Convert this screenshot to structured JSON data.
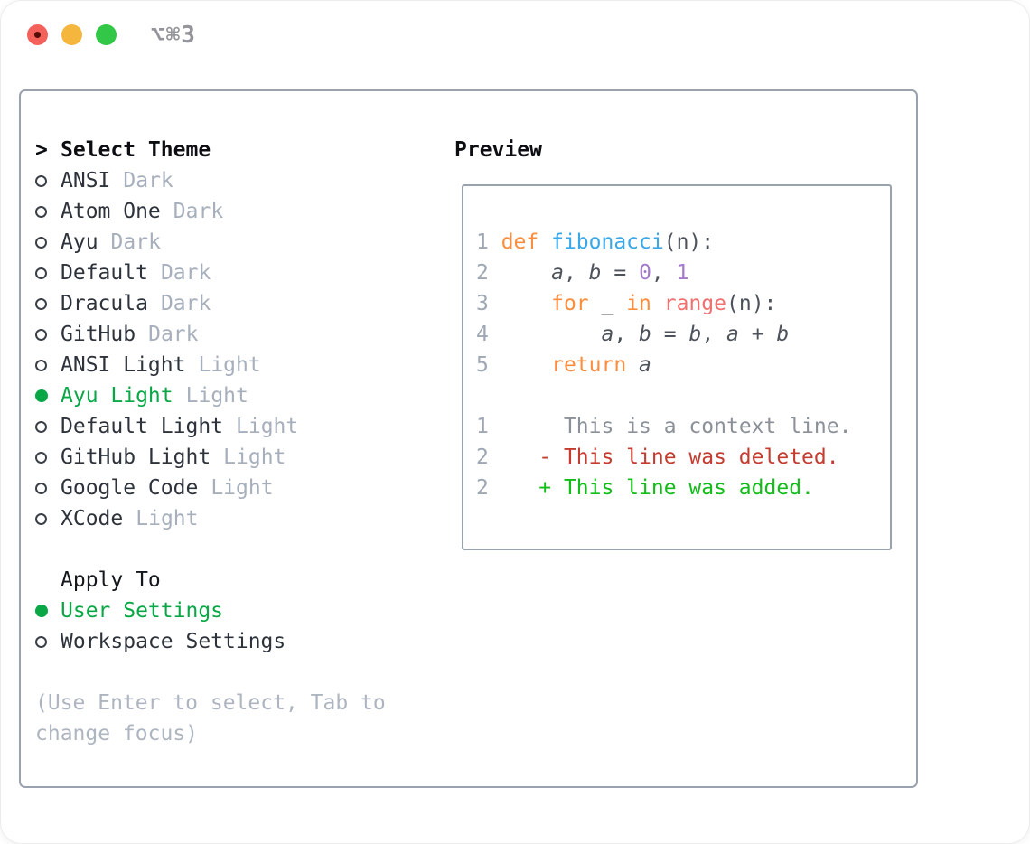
{
  "titlebar": {
    "shortcut": "⌥⌘3",
    "traffic_lights": [
      "close-icon",
      "minimize-icon",
      "zoom-icon"
    ]
  },
  "theme_panel": {
    "header": {
      "marker": ">",
      "label": "Select Theme"
    },
    "items": [
      {
        "name": "ANSI",
        "variant": "Dark",
        "selected": false
      },
      {
        "name": "Atom One",
        "variant": "Dark",
        "selected": false
      },
      {
        "name": "Ayu",
        "variant": "Dark",
        "selected": false
      },
      {
        "name": "Default",
        "variant": "Dark",
        "selected": false
      },
      {
        "name": "Dracula",
        "variant": "Dark",
        "selected": false
      },
      {
        "name": "GitHub",
        "variant": "Dark",
        "selected": false
      },
      {
        "name": "ANSI Light",
        "variant": "Light",
        "selected": false
      },
      {
        "name": "Ayu Light",
        "variant": "Light",
        "selected": true
      },
      {
        "name": "Default Light",
        "variant": "Light",
        "selected": false
      },
      {
        "name": "GitHub Light",
        "variant": "Light",
        "selected": false
      },
      {
        "name": "Google Code",
        "variant": "Light",
        "selected": false
      },
      {
        "name": "XCode",
        "variant": "Light",
        "selected": false
      }
    ],
    "apply_to": {
      "label": "Apply To",
      "options": [
        {
          "name": "User Settings",
          "selected": true
        },
        {
          "name": "Workspace Settings",
          "selected": false
        }
      ]
    },
    "hint_lines": [
      "(Use Enter to select, Tab to",
      "change focus)"
    ]
  },
  "preview": {
    "label": "Preview",
    "lines": [
      {
        "segments": [
          {
            "t": "1 ",
            "c": "num"
          },
          {
            "t": "def ",
            "c": "kw"
          },
          {
            "t": "fibonacci",
            "c": "fn"
          },
          {
            "t": "(n):",
            "c": "plain"
          }
        ]
      },
      {
        "segments": [
          {
            "t": "2 ",
            "c": "num"
          },
          {
            "t": "    ",
            "c": "plain"
          },
          {
            "t": "a",
            "c": "var"
          },
          {
            "t": ", ",
            "c": "plain"
          },
          {
            "t": "b",
            "c": "var"
          },
          {
            "t": " = ",
            "c": "plain"
          },
          {
            "t": "0",
            "c": "purple"
          },
          {
            "t": ", ",
            "c": "plain"
          },
          {
            "t": "1",
            "c": "purple"
          }
        ]
      },
      {
        "segments": [
          {
            "t": "3 ",
            "c": "num"
          },
          {
            "t": "    ",
            "c": "plain"
          },
          {
            "t": "for",
            "c": "kw"
          },
          {
            "t": " _ ",
            "c": "plain"
          },
          {
            "t": "in",
            "c": "kw"
          },
          {
            "t": " ",
            "c": "plain"
          },
          {
            "t": "range",
            "c": "coral"
          },
          {
            "t": "(n):",
            "c": "plain"
          }
        ]
      },
      {
        "segments": [
          {
            "t": "4 ",
            "c": "num"
          },
          {
            "t": "        ",
            "c": "plain"
          },
          {
            "t": "a",
            "c": "var"
          },
          {
            "t": ", ",
            "c": "plain"
          },
          {
            "t": "b",
            "c": "var"
          },
          {
            "t": " = ",
            "c": "plain"
          },
          {
            "t": "b",
            "c": "var"
          },
          {
            "t": ", ",
            "c": "plain"
          },
          {
            "t": "a",
            "c": "var"
          },
          {
            "t": " + ",
            "c": "plain"
          },
          {
            "t": "b",
            "c": "var"
          }
        ]
      },
      {
        "segments": [
          {
            "t": "5 ",
            "c": "num"
          },
          {
            "t": "    ",
            "c": "plain"
          },
          {
            "t": "return",
            "c": "kw"
          },
          {
            "t": " ",
            "c": "plain"
          },
          {
            "t": "a",
            "c": "var"
          }
        ]
      },
      {
        "segments": []
      },
      {
        "segments": [
          {
            "t": "1 ",
            "c": "num"
          },
          {
            "t": "     ",
            "c": "plain"
          },
          {
            "t": "This is a context line.",
            "c": "ctx"
          }
        ]
      },
      {
        "segments": [
          {
            "t": "2 ",
            "c": "num"
          },
          {
            "t": "   ",
            "c": "plain"
          },
          {
            "t": "- This line was deleted.",
            "c": "del"
          }
        ]
      },
      {
        "segments": [
          {
            "t": "2 ",
            "c": "num"
          },
          {
            "t": "   ",
            "c": "plain"
          },
          {
            "t": "+ This line was added.",
            "c": "add"
          }
        ]
      }
    ]
  },
  "colors": {
    "ui_green": "#0aa746",
    "panel_border_gray": "#9aa2ae",
    "item_text": "#2e333b",
    "muted_label": "#a7afbc",
    "hint_text": "#aeb5c0",
    "keyword_orange": "#fa8d3e",
    "function_blue": "#39a7e8",
    "builtin_coral": "#f07171",
    "number_purple": "#a37acc",
    "code_plain": "#4d525b",
    "gutter_gray": "#9ea7b3",
    "diff_context_gray": "#8b9099",
    "diff_deleted_red": "#c43c30",
    "diff_added_green": "#12bd19",
    "traffic_red": "#f4605a",
    "traffic_yellow": "#f5b63e",
    "traffic_green": "#33c748"
  }
}
